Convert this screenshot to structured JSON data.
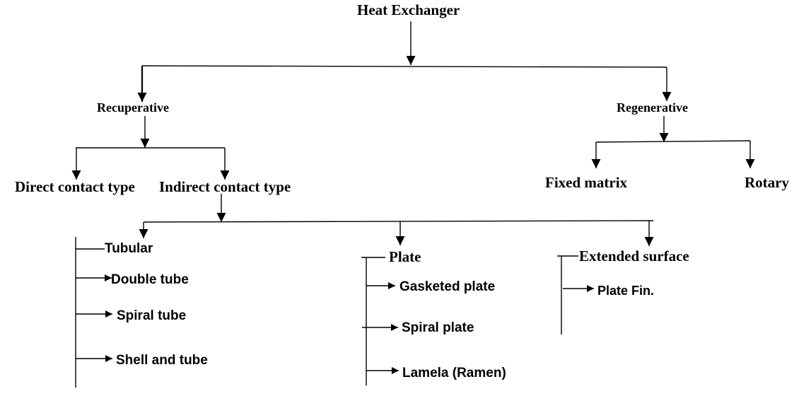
{
  "diagram": {
    "root": "Heat Exchanger",
    "level1": {
      "recuperative": "Recuperative",
      "regenerative": "Regenerative"
    },
    "recuperative_types": {
      "direct": "Direct contact type",
      "indirect": "Indirect contact type"
    },
    "regenerative_types": {
      "fixed": "Fixed matrix",
      "rotary": "Rotary"
    },
    "indirect_groups": {
      "tubular": {
        "label": "Tubular",
        "items": [
          "Double tube",
          "Spiral tube",
          "Shell and tube"
        ]
      },
      "plate": {
        "label": "Plate",
        "items": [
          "Gasketed plate",
          "Spiral plate",
          "Lamela (Ramen)"
        ]
      },
      "extended": {
        "label": "Extended surface",
        "items": [
          "Plate Fin."
        ]
      }
    }
  }
}
